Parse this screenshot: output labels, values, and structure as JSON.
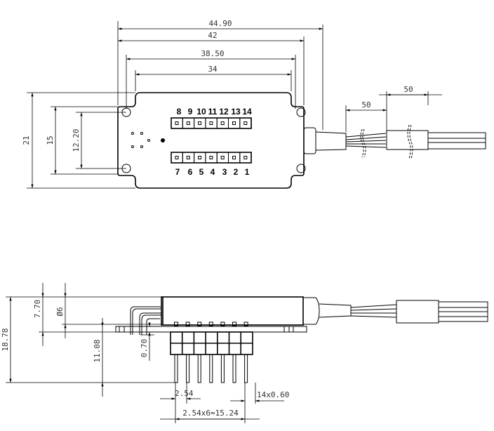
{
  "top_view": {
    "dimensions": {
      "overall_length": "44.90",
      "plate_length": "42",
      "hole_spacing_x": "38.50",
      "body_length": "34",
      "height": "21",
      "tab_height": "15",
      "hole_spacing_y": "12.20",
      "cable_length_1": "50",
      "cable_length_2": "50"
    },
    "pins_top": [
      "8",
      "9",
      "10",
      "11",
      "12",
      "13",
      "14"
    ],
    "pins_bottom": [
      "7",
      "6",
      "5",
      "4",
      "3",
      "2",
      "1"
    ]
  },
  "side_view": {
    "dimensions": {
      "total_height": "18.78",
      "body_height": "7.70",
      "diameter": "Ø6",
      "pin_length": "11.08",
      "pcb_thickness": "0.70",
      "pin_pitch": "2.54",
      "pin_width": "14x0.60",
      "pin_span": "2.54x6=15.24"
    }
  }
}
